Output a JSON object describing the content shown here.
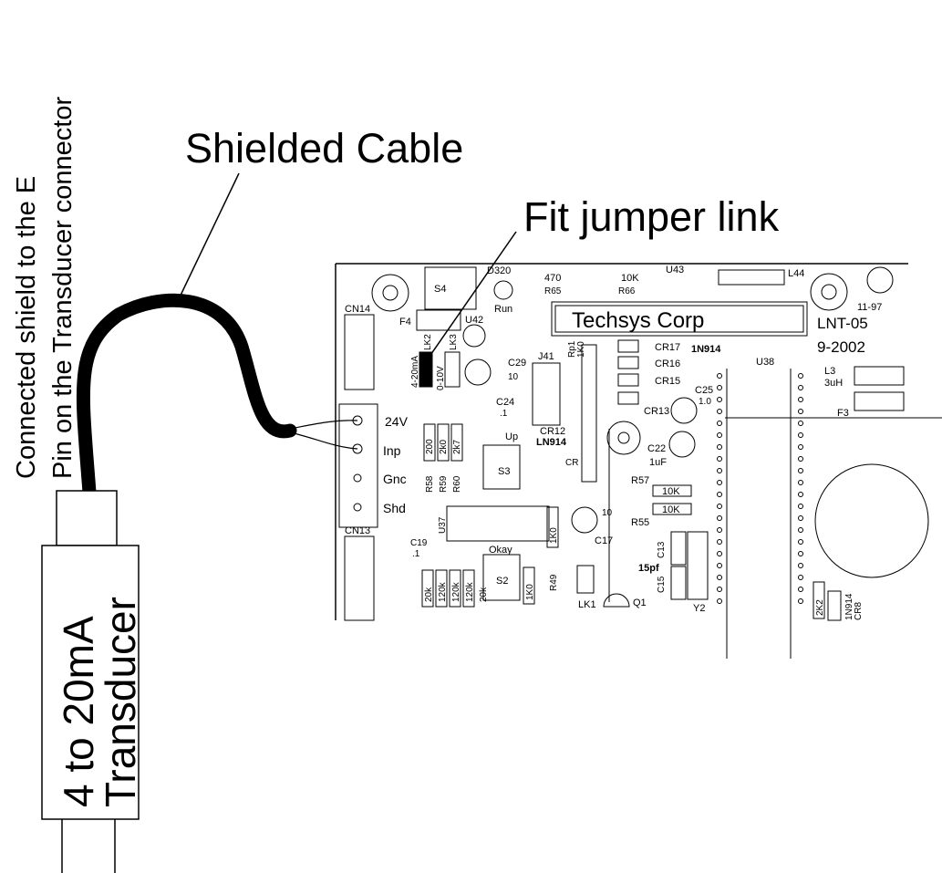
{
  "labels": {
    "side_line1": "Connected shield to the E",
    "side_line2": "Pin on the  Transducer connector",
    "shielded_cable": "Shielded Cable",
    "fit_jumper": "Fit jumper link",
    "transducer_line1": "4 to 20mA",
    "transducer_line2": "Transducer"
  },
  "pcb": {
    "brand": "Techsys Corp",
    "model": "LNT-05",
    "date": "9-2002",
    "rev": "11-97",
    "terminals": [
      "24V",
      "Inp",
      "Gnc",
      "Shd"
    ],
    "components": {
      "cn14": "CN14",
      "cn13": "CN13",
      "f4": "F4",
      "s4": "S4",
      "d320": "D320",
      "run": "Run",
      "r470": "470",
      "r65": "R65",
      "r10k": "10K",
      "r66": "R66",
      "u43": "U43",
      "l44": "L44",
      "u42": "U42",
      "lk2": "LK2",
      "lk3": "LK3",
      "sel420": "4-20mA",
      "sel010": "0-10V",
      "c29": "C29",
      "c29v": "10",
      "j41": "J41",
      "rp1": "Rp1",
      "rp1v": "1K0",
      "cr17": "CR17",
      "cr16": "CR16",
      "cr15": "CR15",
      "cr13": "CR13",
      "in914": "1N914",
      "u38": "U38",
      "l3": "L3",
      "l3v": "3uH",
      "f3": "F3",
      "c24": "C24",
      "c24v": ".1",
      "cr12": "CR12",
      "ln914": "LN914",
      "up": "Up",
      "s3": "S3",
      "r58": "R58",
      "r59": "R59",
      "r60": "R60",
      "r58v": "200",
      "r59v": "2k0",
      "r60v": "2k7",
      "c25": "C25",
      "c25v": "1.0",
      "c22": "C22",
      "c22v": "1uF",
      "r57": "R57",
      "r57v": "10K",
      "r55": "R55",
      "r55v": "10K",
      "u37": "U37",
      "c19": "C19",
      "c19v": ".1",
      "c17": "C17",
      "c17v": "10",
      "okay": "Okay",
      "s2": "S2",
      "r49": "R49",
      "r49v": "1K0",
      "r1u": "1K0",
      "lk1": "LK1",
      "q1": "Q1",
      "c13": "C13",
      "c15": "C15",
      "c15v": "15pf",
      "y2": "Y2",
      "pack20k": [
        "20k",
        "120k",
        "120k",
        "120k",
        "20k"
      ],
      "cr8": "CR8",
      "cr8v": "1N914",
      "r2k2": "2K2",
      "cr": "CR"
    }
  }
}
